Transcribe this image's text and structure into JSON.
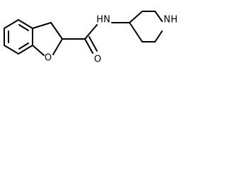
{
  "molecule": {
    "atoms": {
      "oxygen_ring": "O",
      "oxygen_carbonyl": "O",
      "nitrogen_amide": "N",
      "hydrogen_amide": "H",
      "nitrogen_piperidine": "N",
      "hydrogen_piperidine": "H"
    }
  }
}
